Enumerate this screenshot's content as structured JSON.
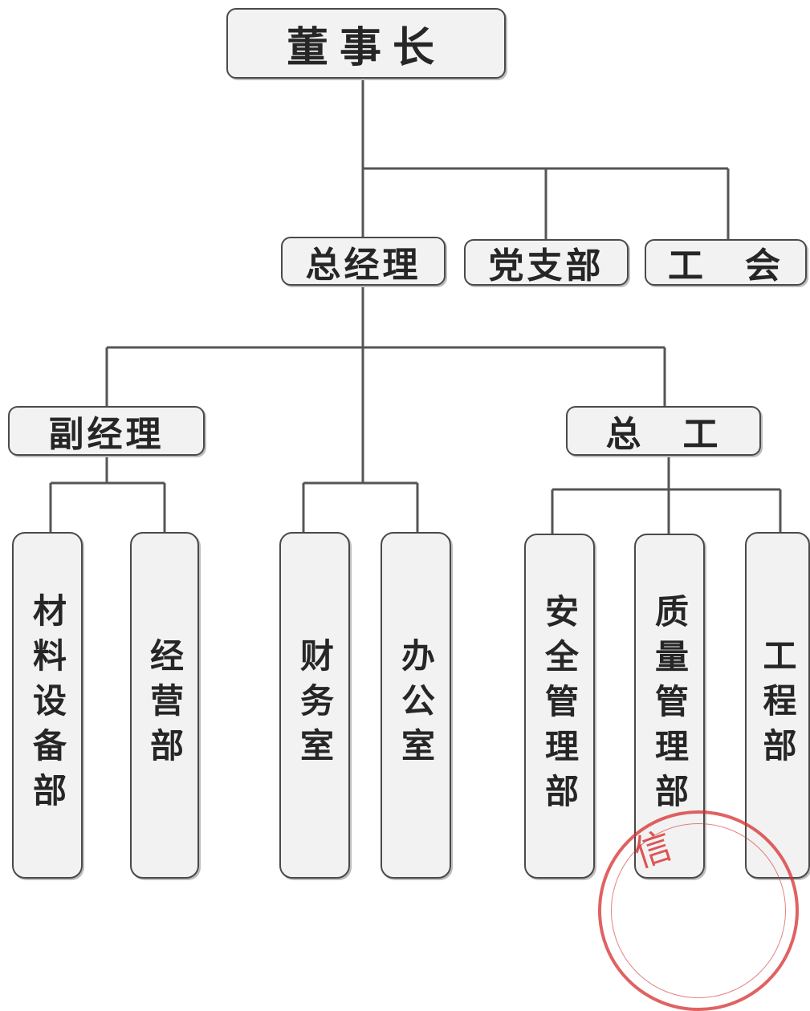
{
  "org_chart": {
    "chairman": "董事长",
    "general_manager": "总经理",
    "party_branch": "党支部",
    "trade_union": "工　会",
    "deputy_manager": "副经理",
    "chief_engineer": "总　工",
    "departments": {
      "materials_equipment": "材料设备部",
      "business": "经营部",
      "finance": "财务室",
      "office": "办公室",
      "safety_management": "安全管理部",
      "quality_management": "质量管理部",
      "engineering": "工程部"
    }
  },
  "stamp": {
    "visible_text": "信",
    "color": "#d62d2d"
  }
}
